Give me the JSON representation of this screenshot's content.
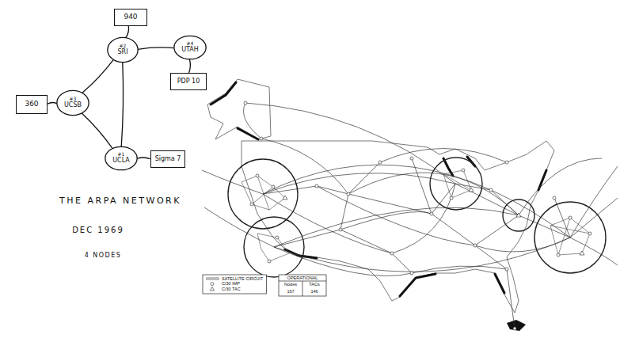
{
  "diagram": {
    "title": "THE ARPA NETWORK",
    "nodes": [
      {
        "text": [
          "940"
        ]
      },
      {
        "text": [
          "#2",
          "SRI"
        ]
      },
      {
        "text": [
          "#4",
          "UTAH"
        ]
      },
      {
        "text": [
          "PDP 10"
        ]
      },
      {
        "text": [
          "360"
        ]
      },
      {
        "text": [
          "#3",
          "UCSB"
        ]
      },
      {
        "text": [
          "#1",
          "UCLA"
        ]
      },
      {
        "text": [
          "Sigma 7"
        ]
      }
    ],
    "edges": [
      {
        "from": 0,
        "to": 1,
        "arrow": "none"
      },
      {
        "from": 1,
        "to": 2,
        "arrow": "none"
      },
      {
        "from": 2,
        "to": 3,
        "arrow": "none"
      },
      {
        "from": 1,
        "to": 5,
        "arrow": "none"
      },
      {
        "from": 1,
        "to": 6,
        "arrow": "none"
      },
      {
        "from": 5,
        "to": 6,
        "arrow": "none"
      },
      {
        "from": 4,
        "to": 5,
        "arrow": "none"
      },
      {
        "from": 6,
        "to": 7,
        "arrow": "none"
      }
    ],
    "labels": [
      "DEC 1969",
      "4 NODES",
      "OPERATIONAL",
      "Nodes",
      "TACs",
      "167",
      "146"
    ],
    "legend": [
      {
        "text": "SATELLITE CIRCUIT"
      },
      {
        "text": "C/30 IMP"
      },
      {
        "text": "C/30 TAC"
      }
    ]
  }
}
